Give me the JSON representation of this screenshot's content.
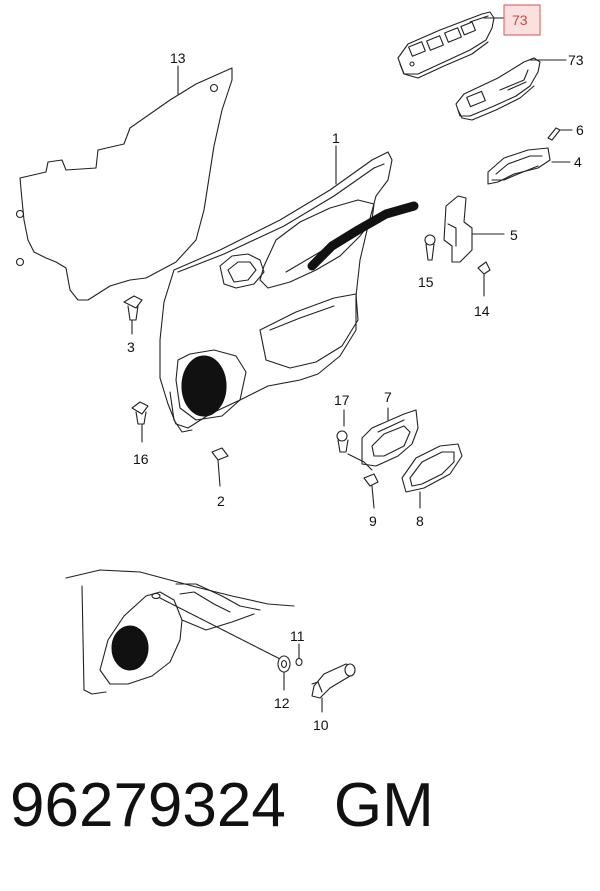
{
  "callouts": {
    "c73a": "73",
    "c73b": "73",
    "c13": "13",
    "c1": "1",
    "c6": "6",
    "c4": "4",
    "c5": "5",
    "c15": "15",
    "c14": "14",
    "c3": "3",
    "c16": "16",
    "c2": "2",
    "c17": "17",
    "c7": "7",
    "c9": "9",
    "c8": "8",
    "c11": "11",
    "c12": "12",
    "c10": "10"
  },
  "footer": {
    "part_number": "96279324",
    "brand": "GM"
  },
  "highlight": {
    "callout": "73",
    "border_color": "#e07070",
    "fill_color": "#fbe0e0",
    "text_color": "#c04848"
  },
  "colors": {
    "line": "#222222",
    "speaker": "#111111"
  }
}
